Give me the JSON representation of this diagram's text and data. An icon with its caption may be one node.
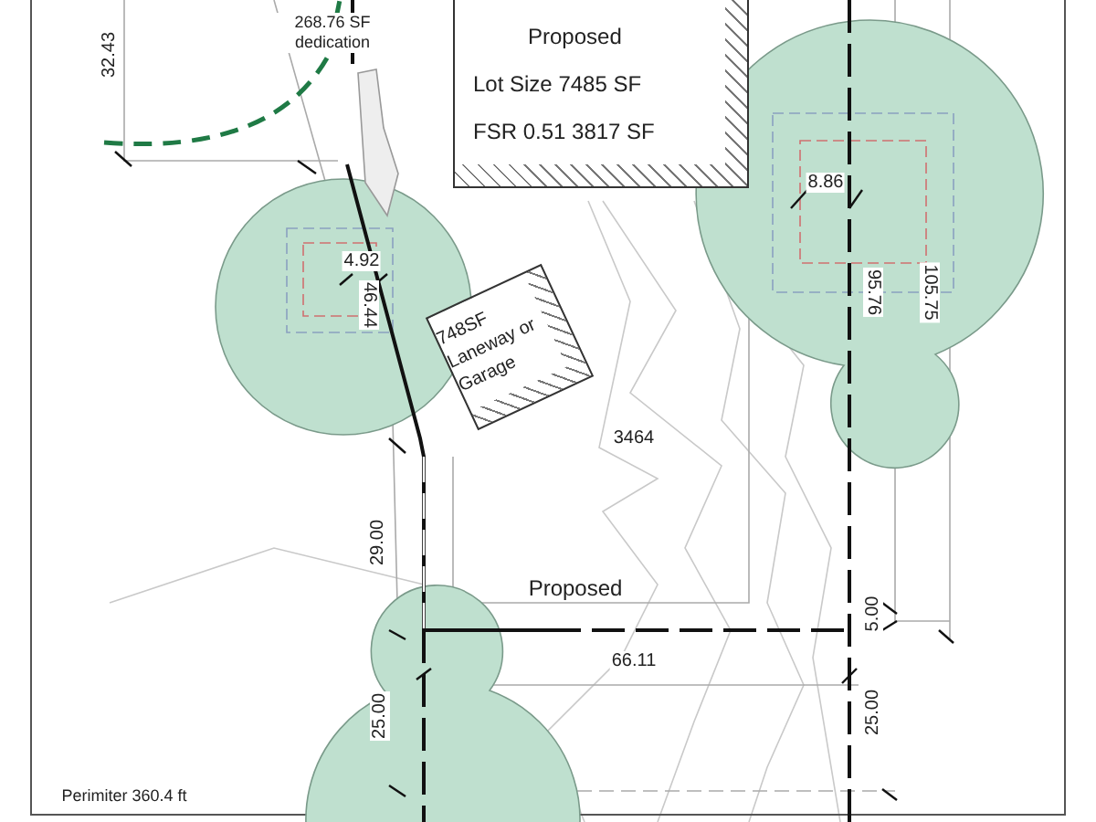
{
  "diagram": {
    "nodes": [
      {
        "text": [
          "Proposed",
          "Lot Size 7485 SF",
          "FSR 0.51 3817 SF"
        ]
      },
      {
        "text": [
          "748SF Laneway or Garage"
        ]
      }
    ],
    "labels": [
      "268.76 SF dedication",
      "32.43",
      "4.92",
      "46.44",
      "8.86",
      "95.76",
      "105.75",
      "3464",
      "29.00",
      "Proposed",
      "5.00",
      "66.11",
      "25.00",
      "25.00",
      "Perimiter 360.4 ft"
    ]
  }
}
